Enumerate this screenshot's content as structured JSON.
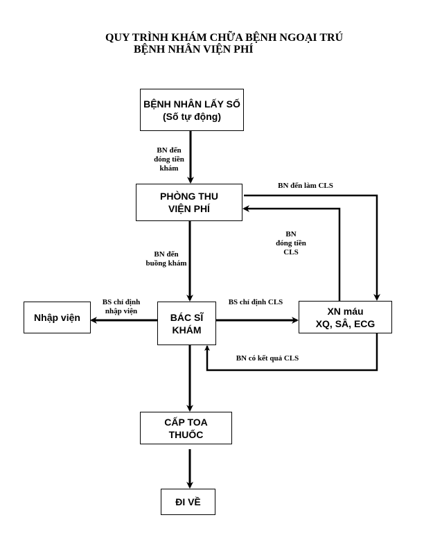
{
  "title": {
    "line1": "QUY TRÌNH KHÁM CHỮA BỆNH NGOẠI TRÚ",
    "line2": "BỆNH NHÂN VIỆN PHÍ"
  },
  "nodes": {
    "lay_so": {
      "line1": "BỆNH NHÂN LẤY SỐ",
      "line2": "(Số tự động)"
    },
    "thu_vien_phi": {
      "line1": "PHÒNG THU",
      "line2": "VIỆN PHÍ"
    },
    "bac_si_kham": {
      "line1": "BÁC SĨ",
      "line2": "KHÁM"
    },
    "nhap_vien": {
      "line1": "Nhập viện"
    },
    "xet_nghiem": {
      "line1": "XN máu",
      "line2": "XQ, SÂ, ECG"
    },
    "cap_toa": {
      "line1": "CẤP TOA",
      "line2": "THUỐC"
    },
    "di_ve": {
      "line1": "ĐI VỀ"
    }
  },
  "edges": {
    "dong_tien_kham": {
      "line1": "BN đến",
      "line2": "đóng tiền",
      "line3": "khám"
    },
    "den_buong_kham": {
      "line1": "BN đến",
      "line2": "buồng khám"
    },
    "den_lam_cls": {
      "line1": "BN đến làm CLS"
    },
    "dong_tien_cls": {
      "line1": "BN",
      "line2": "đóng tiền",
      "line3": "CLS"
    },
    "chi_dinh_nhap_vien": {
      "line1": "BS chỉ định",
      "line2": "nhập viện"
    },
    "chi_dinh_cls": {
      "line1": "BS chỉ định CLS"
    },
    "ket_qua_cls": {
      "line1": "BN có kết quả CLS"
    }
  }
}
